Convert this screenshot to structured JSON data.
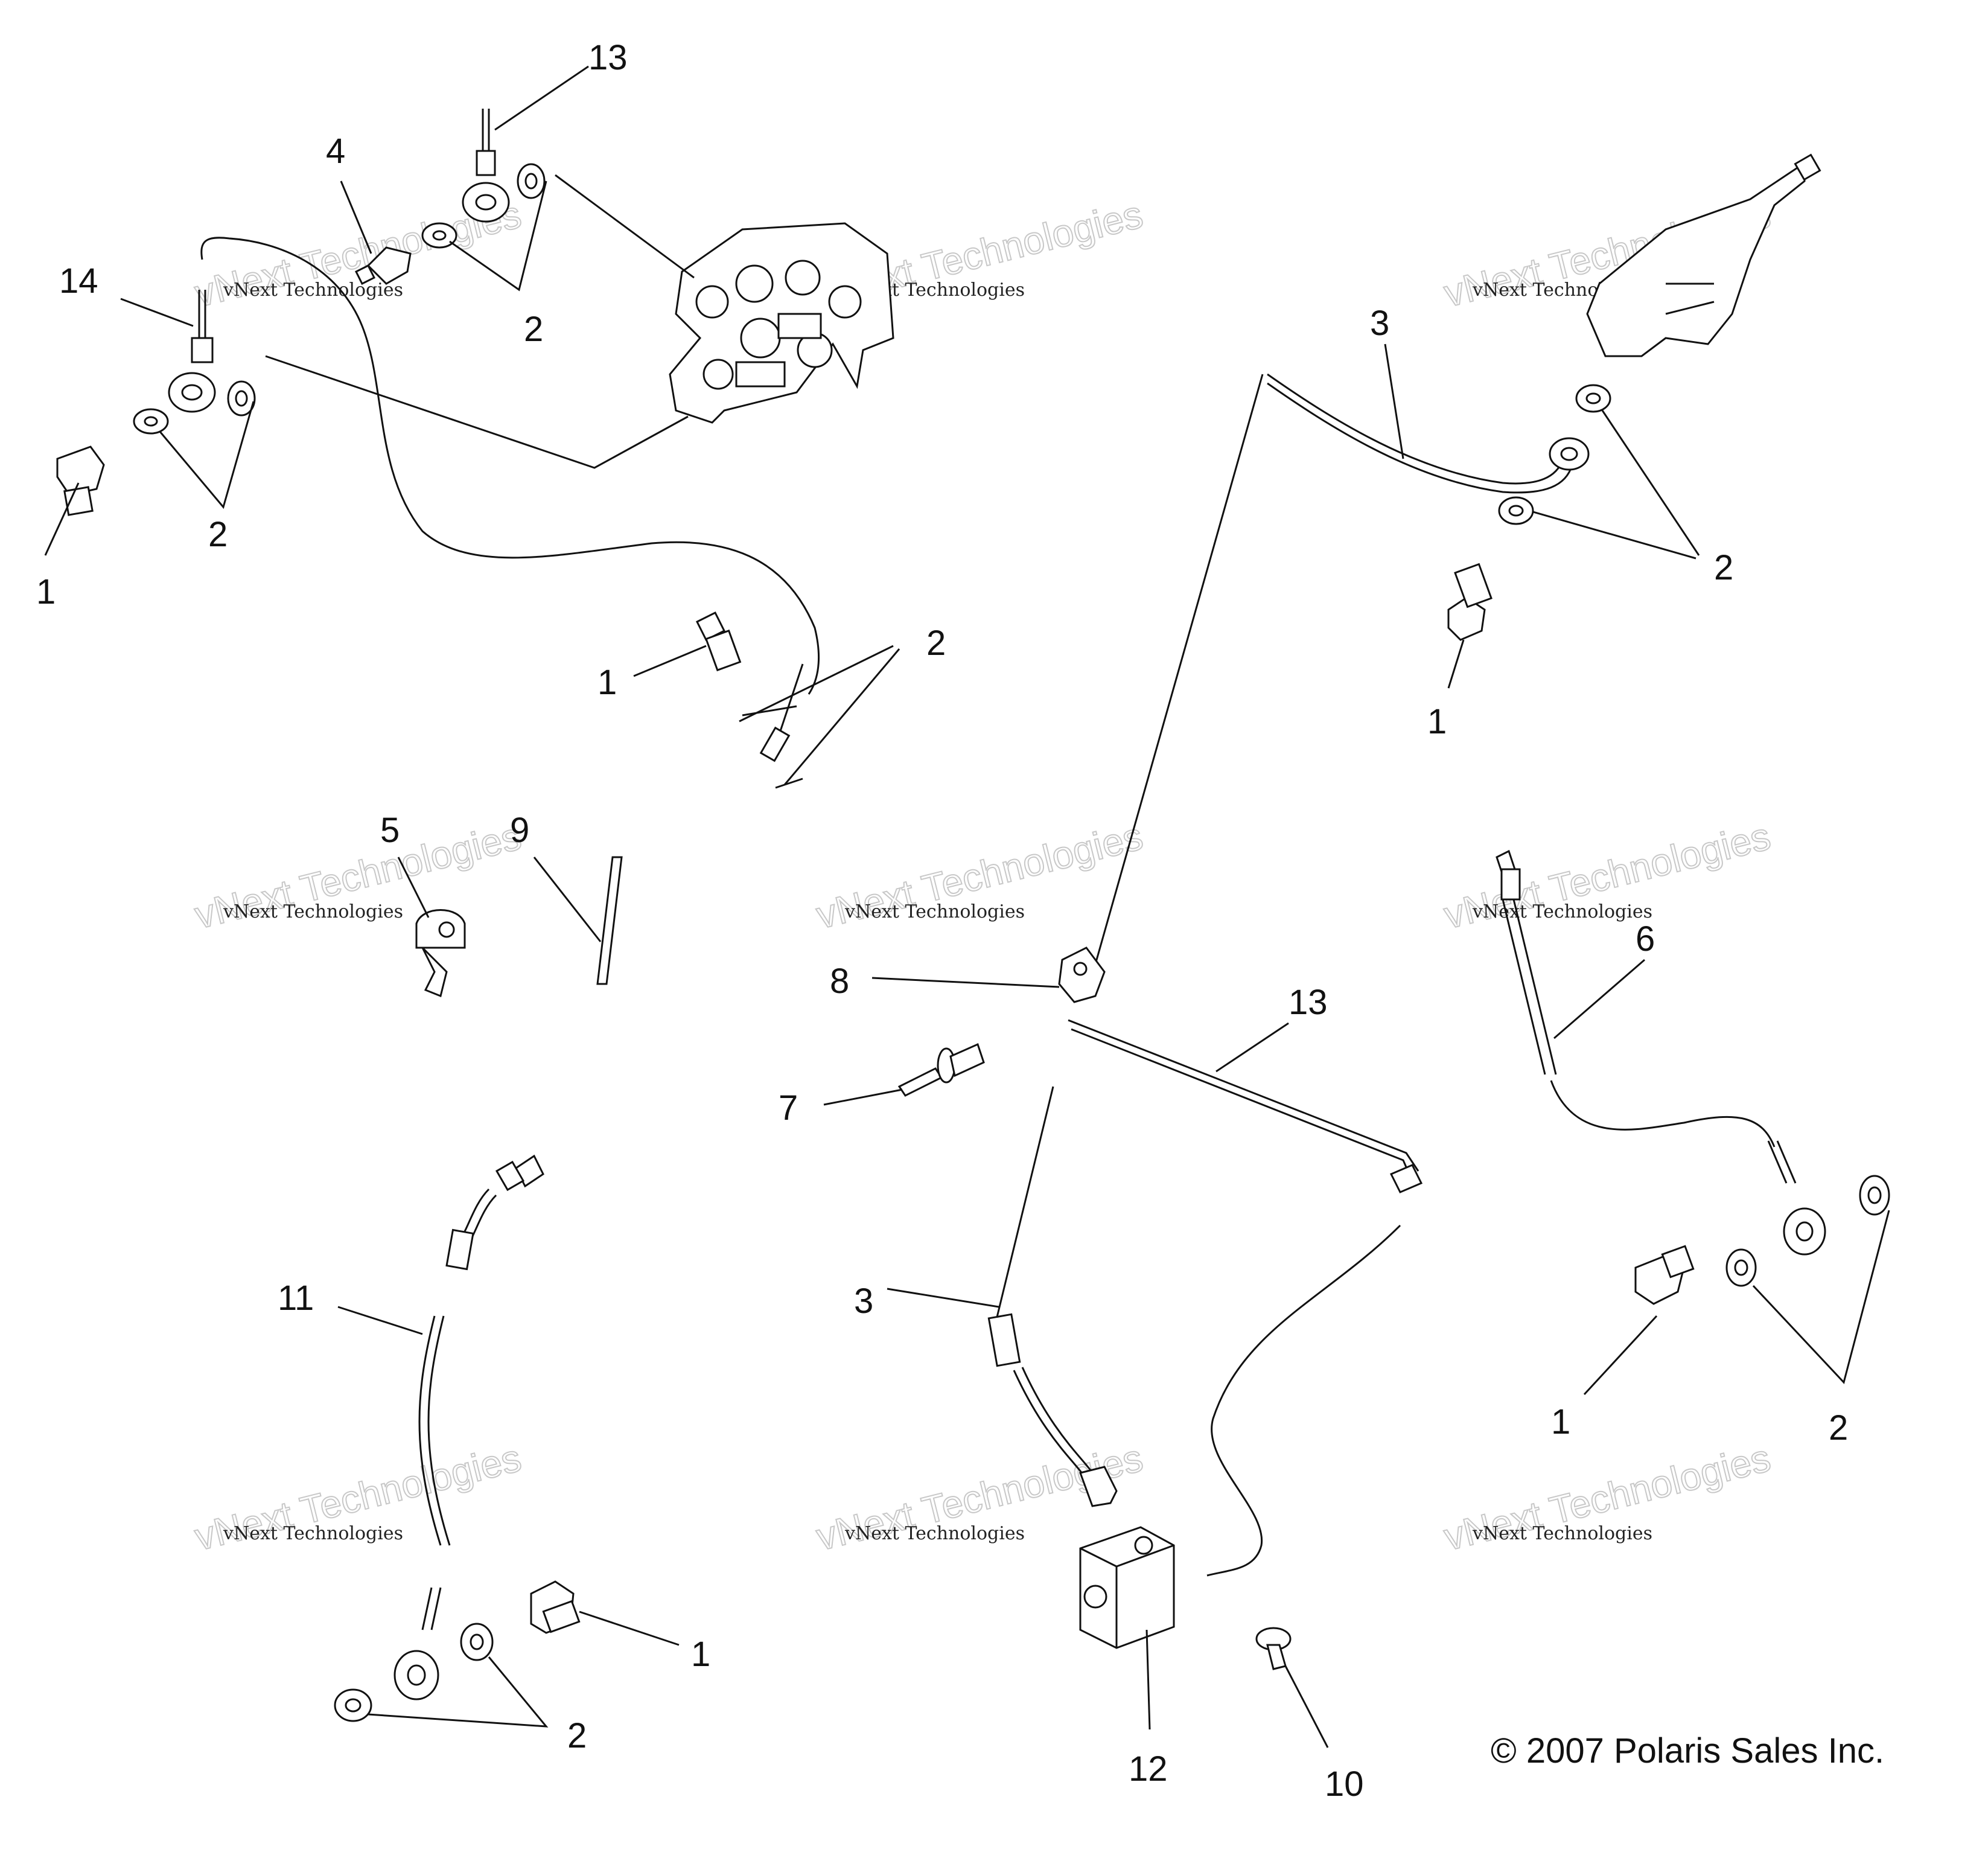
{
  "callouts": [
    {
      "id": "c13a",
      "text": "13"
    },
    {
      "id": "c4",
      "text": "4"
    },
    {
      "id": "c14",
      "text": "14"
    },
    {
      "id": "c2a",
      "text": "2"
    },
    {
      "id": "c2b",
      "text": "2"
    },
    {
      "id": "c1a",
      "text": "1"
    },
    {
      "id": "c1b",
      "text": "1"
    },
    {
      "id": "c2c",
      "text": "2"
    },
    {
      "id": "c3a",
      "text": "3"
    },
    {
      "id": "c2d",
      "text": "2"
    },
    {
      "id": "c1c",
      "text": "1"
    },
    {
      "id": "c5",
      "text": "5"
    },
    {
      "id": "c9",
      "text": "9"
    },
    {
      "id": "c8",
      "text": "8"
    },
    {
      "id": "c7",
      "text": "7"
    },
    {
      "id": "c13b",
      "text": "13"
    },
    {
      "id": "c6",
      "text": "6"
    },
    {
      "id": "c11",
      "text": "11"
    },
    {
      "id": "c3b",
      "text": "3"
    },
    {
      "id": "c1d",
      "text": "1"
    },
    {
      "id": "c2e",
      "text": "2"
    },
    {
      "id": "c1e",
      "text": "1"
    },
    {
      "id": "c2f",
      "text": "2"
    },
    {
      "id": "c12",
      "text": "12"
    },
    {
      "id": "c10",
      "text": "10"
    }
  ],
  "watermark": {
    "line1": "vNext Technologies",
    "line2": "vNext Technologies"
  },
  "copyright": "© 2007 Polaris Sales Inc."
}
